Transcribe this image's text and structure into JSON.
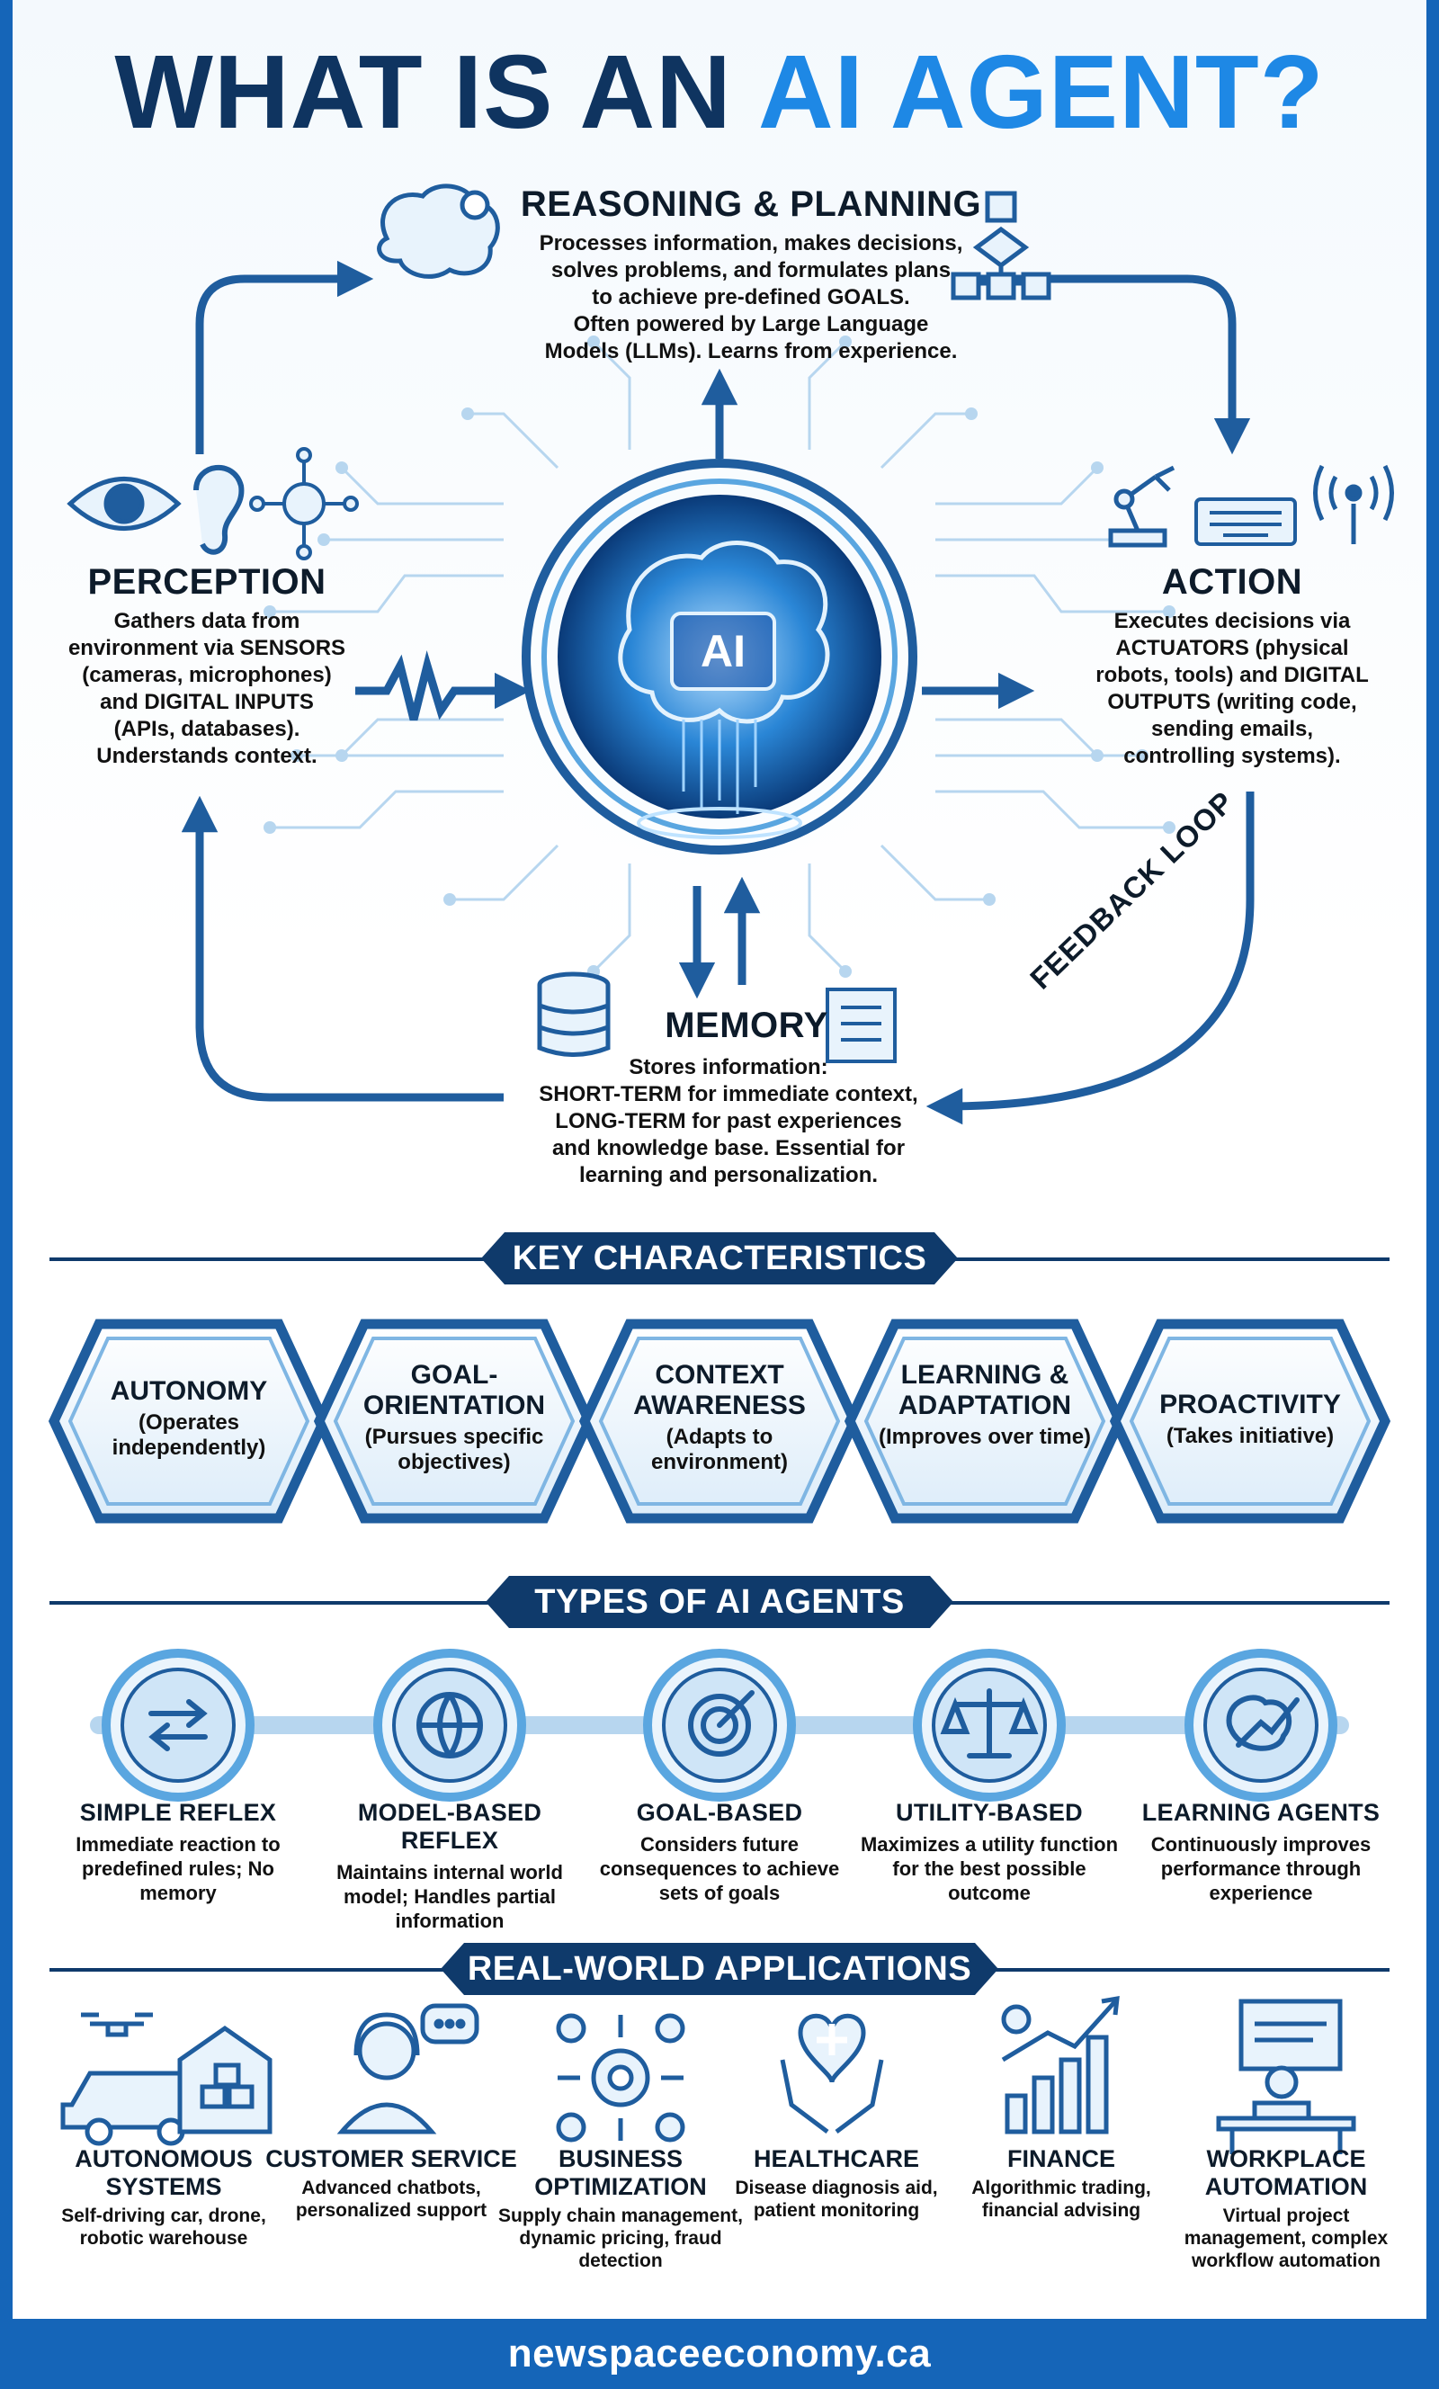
{
  "title": {
    "part1": "WHAT IS AN ",
    "part2": "AI AGENT?"
  },
  "core": {
    "center_label": "AI",
    "feedback_label": "FEEDBACK LOOP",
    "reasoning": {
      "title": "REASONING & PLANNING",
      "lines": [
        "Processes information, makes decisions,",
        "solves problems, and formulates plans",
        "to achieve pre-defined GOALS.",
        "Often powered by Large Language",
        "Models (LLMs). Learns from experience."
      ]
    },
    "perception": {
      "title": "PERCEPTION",
      "lines": [
        "Gathers data from",
        "environment via SENSORS",
        "(cameras, microphones)",
        "and DIGITAL INPUTS",
        "(APIs, databases).",
        "Understands context."
      ]
    },
    "action": {
      "title": "ACTION",
      "lines": [
        "Executes decisions via",
        "ACTUATORS (physical",
        "robots, tools) and DIGITAL",
        "OUTPUTS (writing code,",
        "sending emails,",
        "controlling systems)."
      ]
    },
    "memory": {
      "title": "MEMORY",
      "lines": [
        "Stores information:",
        "SHORT-TERM for immediate context,",
        "LONG-TERM for past experiences",
        "and knowledge base. Essential for",
        "learning and personalization."
      ]
    }
  },
  "characteristics": {
    "heading": "KEY CHARACTERISTICS",
    "items": [
      {
        "title": "AUTONOMY",
        "desc": "(Operates independently)"
      },
      {
        "title": "GOAL-ORIENTATION",
        "desc": "(Pursues specific objectives)"
      },
      {
        "title": "CONTEXT AWARENESS",
        "desc": "(Adapts to environment)"
      },
      {
        "title": "LEARNING & ADAPTATION",
        "desc": "(Improves over time)"
      },
      {
        "title": "PROACTIVITY",
        "desc": "(Takes initiative)"
      }
    ]
  },
  "types": {
    "heading": "TYPES OF AI AGENTS",
    "items": [
      {
        "title": "SIMPLE REFLEX",
        "desc": "Immediate reaction to predefined rules; No memory",
        "icon": "arrows-cycle-icon"
      },
      {
        "title": "MODEL-BASED REFLEX",
        "desc": "Maintains internal world model; Handles partial information",
        "icon": "globe-icon"
      },
      {
        "title": "GOAL-BASED",
        "desc": "Considers future consequences to achieve sets of goals",
        "icon": "target-icon"
      },
      {
        "title": "UTILITY-BASED",
        "desc": "Maximizes a utility function for the best possible outcome",
        "icon": "balance-scale-icon"
      },
      {
        "title": "LEARNING AGENTS",
        "desc": "Continuously improves performance through experience",
        "icon": "brain-chart-icon"
      }
    ]
  },
  "applications": {
    "heading": "REAL-WORLD APPLICATIONS",
    "items": [
      {
        "title": "AUTONOMOUS SYSTEMS",
        "desc": "Self-driving car, drone, robotic warehouse"
      },
      {
        "title": "CUSTOMER SERVICE",
        "desc": "Advanced chatbots, personalized support"
      },
      {
        "title": "BUSINESS OPTIMIZATION",
        "desc": "Supply chain management, dynamic pricing, fraud detection"
      },
      {
        "title": "HEALTHCARE",
        "desc": "Disease diagnosis aid, patient monitoring"
      },
      {
        "title": "FINANCE",
        "desc": "Algorithmic trading, financial advising"
      },
      {
        "title": "WORKPLACE AUTOMATION",
        "desc": "Virtual project management, complex workflow automation"
      }
    ]
  },
  "footer": "newspaceeconomy.ca",
  "colors": {
    "navy": "#0f3a6b",
    "blue": "#1565b8",
    "accent": "#1e88e5",
    "light": "#cfe5f7"
  }
}
